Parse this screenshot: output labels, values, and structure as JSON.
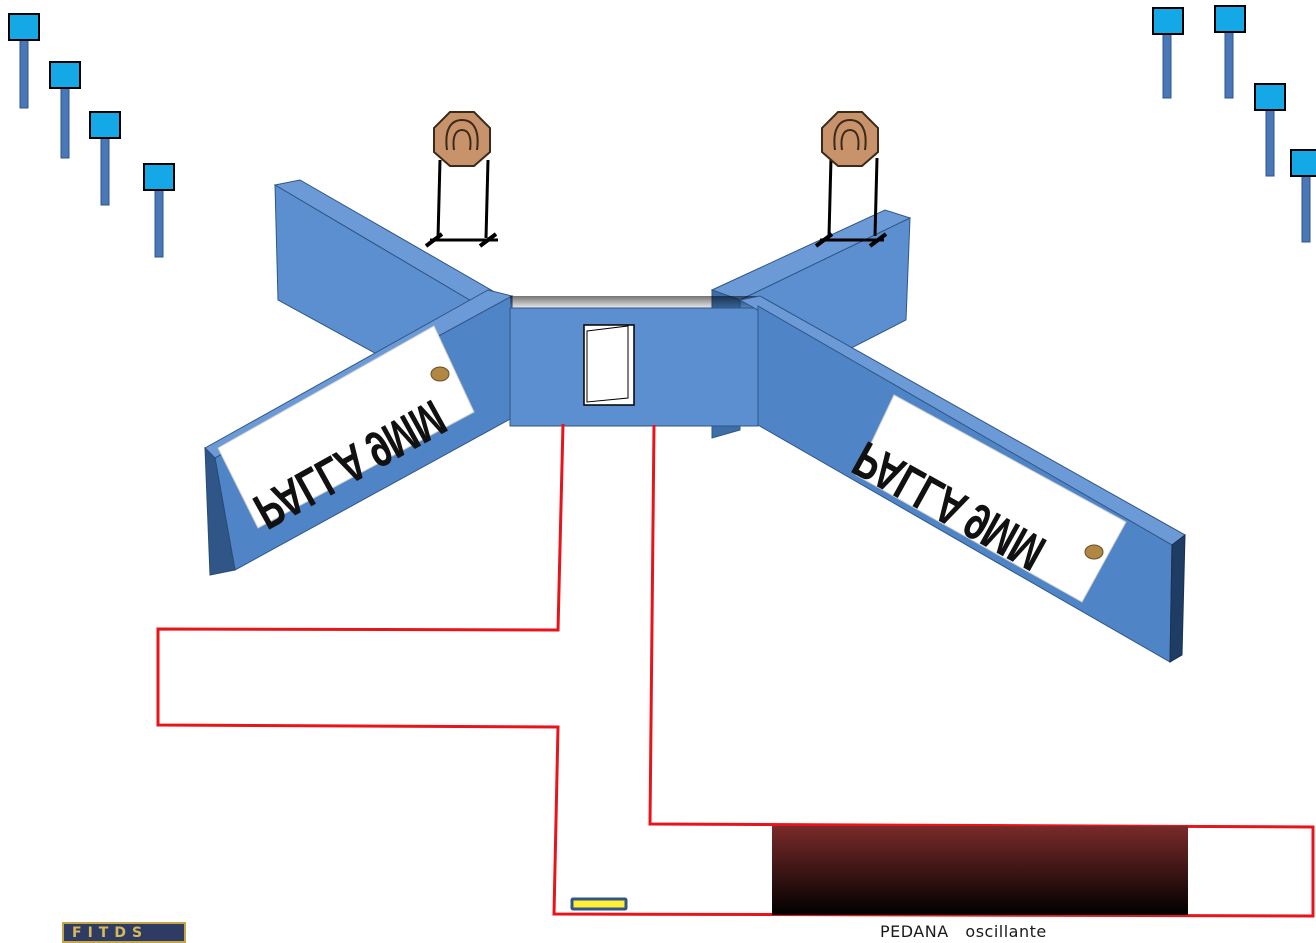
{
  "stage": {
    "banner_text": "PALLA 9MM",
    "platform_label": "PEDANA   oscillante",
    "logo_text": "FITDS"
  },
  "colors": {
    "wall_blue": "#5b8fd0",
    "wall_side": "#3d6ea8",
    "wall_dark": "#2f5686",
    "target_tan": "#c8926a",
    "popper_cyan": "#14a9e6",
    "popper_pole": "#4a77b8",
    "route_red": "#e8141a",
    "platform_dark": "#3a0d0d",
    "marker_yellow": "#ffee33"
  },
  "icons": {
    "target": "steel-octagon-target-icon",
    "popper": "popper-plate-icon",
    "door": "door-icon",
    "marker": "start-marker-icon"
  }
}
